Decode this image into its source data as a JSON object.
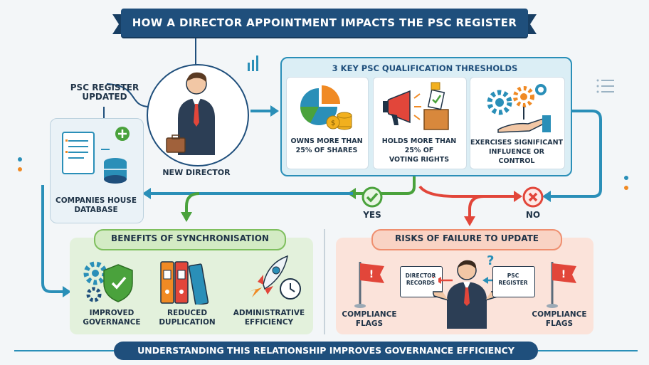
{
  "title": "HOW A DIRECTOR APPOINTMENT IMPACTS THE PSC REGISTER",
  "register_updated": "PSC REGISTER\nUPDATED",
  "database_label": "COMPANIES HOUSE\nDATABASE",
  "new_director": "NEW DIRECTOR",
  "thresholds": {
    "heading": "3 KEY PSC QUALIFICATION THRESHOLDS",
    "items": [
      {
        "label": "OWNS MORE THAN\n25% OF SHARES"
      },
      {
        "label": "HOLDS MORE THAN\n25% OF\nVOTING RIGHTS"
      },
      {
        "label": "EXERCISES SIGNIFICANT\nINFLUENCE OR\nCONTROL"
      }
    ]
  },
  "yes_label": "YES",
  "no_label": "NO",
  "benefits": {
    "heading": "BENEFITS OF SYNCHRONISATION",
    "items": [
      {
        "label": "IMPROVED\nGOVERNANCE"
      },
      {
        "label": "REDUCED\nDUPLICATION"
      },
      {
        "label": "ADMINISTRATIVE\nEFFICIENCY"
      }
    ]
  },
  "risks": {
    "heading": "RISKS OF FAILURE TO UPDATE",
    "flag_left": "COMPLIANCE\nFLAGS",
    "flag_right": "COMPLIANCE\nFLAGS",
    "doc_left": "DIRECTOR\nRECORDS",
    "doc_right": "PSC\nREGISTER"
  },
  "footer": "UNDERSTANDING THIS RELATIONSHIP IMPROVES GOVERNANCE EFFICIENCY",
  "colors": {
    "navy": "#1f4f7c",
    "teal": "#2a8fb8",
    "green": "#4aa23c",
    "red": "#e2463a",
    "orange": "#f08a24",
    "benefits_bg": "#e3f1dc",
    "risks_bg": "#fbe3da"
  }
}
